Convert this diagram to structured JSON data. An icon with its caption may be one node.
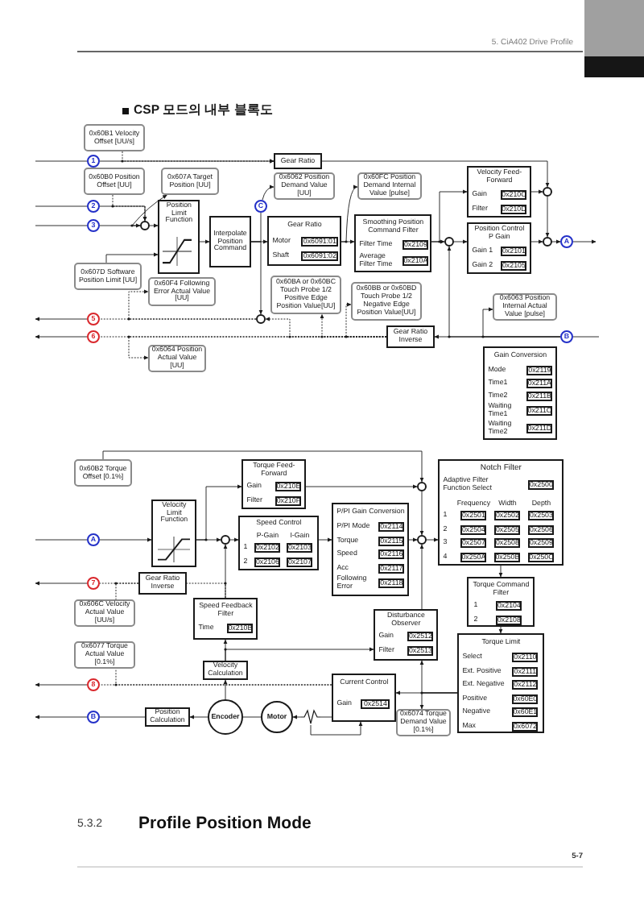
{
  "diagram": {
    "title": "CSP 모드의 내부 블록도",
    "nodes": [
      {
        "text": [
          "0x60B1 Velocity Offset [UU/s]"
        ]
      },
      {
        "text": [
          "1"
        ]
      },
      {
        "text": [
          "Gear Ratio"
        ]
      },
      {
        "text": [
          "0x60B0 Position Offset [UU]"
        ]
      },
      {
        "text": [
          "0x607A Target Position [UU]"
        ]
      },
      {
        "text": [
          "2"
        ]
      },
      {
        "text": [
          "3"
        ]
      },
      {
        "text": [],
        "shape": "circle"
      },
      {
        "text": [
          "Position Limit Function"
        ]
      },
      {
        "text": [
          "Interpolate Position Command"
        ]
      },
      {
        "text": [
          "C"
        ]
      },
      {
        "text": [
          "0x6062 Position Demand Value [UU]"
        ]
      },
      {
        "text": [
          "Gear Ratio",
          "Motor",
          "Shaft"
        ]
      },
      {
        "text": [
          "0x6091:01"
        ],
        "in": 12
      },
      {
        "text": [
          "0x6091:02"
        ],
        "in": 12
      },
      {
        "text": [
          "0x60FC Position Demand Internal Value [pulse]"
        ]
      },
      {
        "text": [
          "Smoothing Position Command Filter",
          "Filter Time",
          "Average Filter Time"
        ]
      },
      {
        "text": [
          "0x2109"
        ],
        "in": 16
      },
      {
        "text": [
          "0x210A"
        ],
        "in": 16
      },
      {
        "text": [],
        "shape": "circle"
      },
      {
        "text": [
          "Velocity Feed-Forward",
          "Gain",
          "Filter"
        ]
      },
      {
        "text": [
          "0x210C"
        ],
        "in": 20
      },
      {
        "text": [
          "0x210D"
        ],
        "in": 20
      },
      {
        "text": [
          "Position Control P Gain",
          "Gain 1",
          "Gain 2"
        ]
      },
      {
        "text": [
          "0x2101"
        ],
        "in": 23
      },
      {
        "text": [
          "0x2105"
        ],
        "in": 23
      },
      {
        "text": [],
        "shape": "circle"
      },
      {
        "text": [],
        "shape": "circle"
      },
      {
        "text": [
          "A"
        ]
      },
      {
        "text": [
          "0x607D Software Position Limit [UU]"
        ]
      },
      {
        "text": [],
        "shape": "circle"
      },
      {
        "text": [
          "0x60F4 Following Error Actual Value [UU]"
        ]
      },
      {
        "text": [
          "5"
        ]
      },
      {
        "text": [
          "6"
        ]
      },
      {
        "text": [
          "0x6064 Position Actual Value [UU]"
        ]
      },
      {
        "text": [
          "0x60BA or 0x60BC Touch Probe 1/2 Positive Edge Position Value[UU]"
        ]
      },
      {
        "text": [
          "0x60BB or 0x60BD Touch Probe 1/2 Negative Edge Position Value[UU]"
        ]
      },
      {
        "text": [
          "Gear Ratio Inverse"
        ]
      },
      {
        "text": [
          "0x6063 Position Internal Actual Value [pulse]"
        ]
      },
      {
        "text": [
          "B"
        ]
      },
      {
        "text": [
          "Gain Conversion",
          "Mode",
          "Time1",
          "Time2",
          "Waiting Time1",
          "Waiting Time2"
        ]
      },
      {
        "text": [
          "0x2119"
        ],
        "in": 40
      },
      {
        "text": [
          "0x211A"
        ],
        "in": 40
      },
      {
        "text": [
          "0x211B"
        ],
        "in": 40
      },
      {
        "text": [
          "0x211C"
        ],
        "in": 40
      },
      {
        "text": [
          "0x211D"
        ],
        "in": 40
      },
      {
        "text": [
          "0x60B2 Torque Offset [0.1%]"
        ]
      },
      {
        "text": [
          "Torque Feed-Forward",
          "Gain",
          "Filter"
        ]
      },
      {
        "text": [
          "0x210E"
        ],
        "in": 47
      },
      {
        "text": [
          "0x210F"
        ],
        "in": 47
      },
      {
        "text": [
          "A"
        ]
      },
      {
        "text": [
          "Velocity Limit Function"
        ]
      },
      {
        "text": [],
        "shape": "circle"
      },
      {
        "text": [
          "Speed Control",
          "P-Gain",
          "I-Gain",
          "1",
          "2"
        ]
      },
      {
        "text": [
          "0x2102"
        ],
        "in": 53
      },
      {
        "text": [
          "0x2103"
        ],
        "in": 53
      },
      {
        "text": [
          "0x2106"
        ],
        "in": 53
      },
      {
        "text": [
          "0x2107"
        ],
        "in": 53
      },
      {
        "text": [],
        "shape": "circle"
      },
      {
        "text": [
          "P/PI Gain Conversion",
          "P/PI Mode",
          "Torque",
          "Speed",
          "Acc",
          "Following Error"
        ]
      },
      {
        "text": [
          "0x2114"
        ],
        "in": 59
      },
      {
        "text": [
          "0x2115"
        ],
        "in": 59
      },
      {
        "text": [
          "0x2116"
        ],
        "in": 59
      },
      {
        "text": [
          "0x2117"
        ],
        "in": 59
      },
      {
        "text": [
          "0x2118"
        ],
        "in": 59
      },
      {
        "text": [],
        "shape": "circle"
      },
      {
        "text": [
          "Notch Filter",
          "Adaptive Filter Function Select",
          "Frequency",
          "Width",
          "Depth",
          "1",
          "2",
          "3",
          "4"
        ]
      },
      {
        "text": [
          "0x2500"
        ],
        "in": 66
      },
      {
        "text": [
          "0x2501"
        ],
        "in": 66
      },
      {
        "text": [
          "0x2502"
        ],
        "in": 66
      },
      {
        "text": [
          "0x2503"
        ],
        "in": 66
      },
      {
        "text": [
          "0x2504"
        ],
        "in": 66
      },
      {
        "text": [
          "0x2505"
        ],
        "in": 66
      },
      {
        "text": [
          "0x2506"
        ],
        "in": 66
      },
      {
        "text": [
          "0x2507"
        ],
        "in": 66
      },
      {
        "text": [
          "0x2508"
        ],
        "in": 66
      },
      {
        "text": [
          "0x2509"
        ],
        "in": 66
      },
      {
        "text": [
          "0x250A"
        ],
        "in": 66
      },
      {
        "text": [
          "0x250B"
        ],
        "in": 66
      },
      {
        "text": [
          "0x250C"
        ],
        "in": 66
      },
      {
        "text": [
          "Torque Command Filter",
          "1",
          "2"
        ]
      },
      {
        "text": [
          "0x2104"
        ],
        "in": 80
      },
      {
        "text": [
          "0x2108"
        ],
        "in": 80
      },
      {
        "text": [
          "7"
        ]
      },
      {
        "text": [
          "Gear Ratio Inverse"
        ]
      },
      {
        "text": [
          "0x606C Velocity Actual Value [UU/s]"
        ]
      },
      {
        "text": [
          "Speed Feedback Filter",
          "Time"
        ]
      },
      {
        "text": [
          "0x210B"
        ],
        "in": 86
      },
      {
        "text": [
          "0x6077 Torque Actual Value [0.1%]"
        ]
      },
      {
        "text": [
          "Velocity Calculation"
        ]
      },
      {
        "text": [
          "Disturbance Observer",
          "Gain",
          "Filter"
        ]
      },
      {
        "text": [
          "0x2512"
        ],
        "in": 90
      },
      {
        "text": [
          "0x2513"
        ],
        "in": 90
      },
      {
        "text": [
          "Torque Limit",
          "Select",
          "Ext. Positive",
          "Ext. Negative",
          "Positive",
          "Negative",
          "Max"
        ]
      },
      {
        "text": [
          "0x2110"
        ],
        "in": 93
      },
      {
        "text": [
          "0x2111"
        ],
        "in": 93
      },
      {
        "text": [
          "0x2112"
        ],
        "in": 93
      },
      {
        "text": [
          "0x60E0"
        ],
        "in": 93
      },
      {
        "text": [
          "0x60E1"
        ],
        "in": 93
      },
      {
        "text": [
          "0x6072"
        ],
        "in": 93
      },
      {
        "text": [
          "8"
        ]
      },
      {
        "text": [
          "Current Control",
          "Gain"
        ]
      },
      {
        "text": [
          "0x2514"
        ],
        "in": 101
      },
      {
        "text": [
          "B"
        ]
      },
      {
        "text": [
          "Position Calculation"
        ]
      },
      {
        "text": [
          "Encoder"
        ]
      },
      {
        "text": [
          "Motor"
        ]
      },
      {
        "text": [],
        "shape": "zigzag"
      },
      {
        "text": [
          "0x6074 Torque Demand Value [0.1%]"
        ]
      }
    ],
    "edges": [
      {
        "from": null,
        "to": 1,
        "arrow": "none"
      },
      {
        "from": 1,
        "to": 2,
        "arrow": "to"
      },
      {
        "from": 0,
        "to": 2,
        "arrow": "to",
        "style": "dashed"
      },
      {
        "from": 2,
        "to": 26,
        "arrow": "to"
      },
      {
        "from": null,
        "to": 5,
        "arrow": "none"
      },
      {
        "from": 5,
        "to": 7,
        "arrow": "to"
      },
      {
        "from": 3,
        "to": 7,
        "arrow": "to",
        "style": "dashed"
      },
      {
        "from": null,
        "to": 6,
        "arrow": "none"
      },
      {
        "from": 6,
        "to": 7,
        "arrow": "to"
      },
      {
        "from": 7,
        "to": 4,
        "arrow": "to"
      },
      {
        "from": 7,
        "to": 8,
        "arrow": "to"
      },
      {
        "from": 29,
        "to": 8,
        "arrow": "to"
      },
      {
        "from": 8,
        "to": 9,
        "arrow": "to"
      },
      {
        "from": 9,
        "to": 12,
        "arrow": "to"
      },
      {
        "from": 9,
        "to": 10,
        "arrow": "none"
      },
      {
        "from": 9,
        "to": 30,
        "arrow": "to"
      },
      {
        "from": 10,
        "to": 11,
        "arrow": "to"
      },
      {
        "from": 12,
        "to": 16,
        "arrow": "to"
      },
      {
        "from": 12,
        "to": 15,
        "arrow": "to"
      },
      {
        "from": 16,
        "to": 19,
        "arrow": "to"
      },
      {
        "from": 16,
        "to": 20,
        "arrow": "to"
      },
      {
        "from": 19,
        "to": 23,
        "arrow": "to"
      },
      {
        "from": 20,
        "to": 26,
        "arrow": "to"
      },
      {
        "from": 23,
        "to": 27,
        "arrow": "to"
      },
      {
        "from": 26,
        "to": 27,
        "arrow": "to"
      },
      {
        "from": 27,
        "to": 28,
        "arrow": "to"
      },
      {
        "from": 28,
        "to": null,
        "arrow": "to"
      },
      {
        "from": 30,
        "to": 32,
        "arrow": "none",
        "style": "dashed"
      },
      {
        "from": 32,
        "to": null,
        "arrow": "to"
      },
      {
        "from": 30,
        "to": 31,
        "arrow": "to",
        "style": "dashed"
      },
      {
        "from": null,
        "to": 39,
        "arrow": "none"
      },
      {
        "from": 39,
        "to": 37,
        "arrow": "to"
      },
      {
        "from": 39,
        "to": 19,
        "arrow": "to"
      },
      {
        "from": 39,
        "to": 38,
        "arrow": "to"
      },
      {
        "from": 37,
        "to": 33,
        "arrow": "none",
        "style": "dashed"
      },
      {
        "from": 33,
        "to": null,
        "arrow": "to"
      },
      {
        "from": 37,
        "to": 30,
        "arrow": "to",
        "style": "dashed"
      },
      {
        "from": 37,
        "to": 35,
        "arrow": "to",
        "style": "dashed"
      },
      {
        "from": 37,
        "to": 36,
        "arrow": "to",
        "style": "dashed"
      },
      {
        "from": 37,
        "to": 34,
        "arrow": "to",
        "style": "dashed"
      },
      {
        "from": 46,
        "to": 58,
        "arrow": "to"
      },
      {
        "from": null,
        "to": 50,
        "arrow": "none"
      },
      {
        "from": 50,
        "to": 51,
        "arrow": "to"
      },
      {
        "from": 51,
        "to": 52,
        "arrow": "to"
      },
      {
        "from": 51,
        "to": 47,
        "arrow": "to"
      },
      {
        "from": 47,
        "to": 58,
        "arrow": "to"
      },
      {
        "from": 58,
        "to": 65,
        "arrow": "to"
      },
      {
        "from": 52,
        "to": 53,
        "arrow": "to"
      },
      {
        "from": 53,
        "to": 59,
        "arrow": "to"
      },
      {
        "from": 59,
        "to": 65,
        "arrow": "to"
      },
      {
        "from": 65,
        "to": 66,
        "arrow": "to"
      },
      {
        "from": 66,
        "to": 80,
        "arrow": "to"
      },
      {
        "from": 80,
        "to": 93,
        "arrow": "to"
      },
      {
        "from": 93,
        "to": 101,
        "arrow": "to"
      },
      {
        "from": 93,
        "to": 90,
        "arrow": "to"
      },
      {
        "from": 93,
        "to": 108,
        "arrow": "to"
      },
      {
        "from": 90,
        "to": 65,
        "arrow": "to"
      },
      {
        "from": 86,
        "to": 52,
        "arrow": "to"
      },
      {
        "from": 86,
        "to": 84,
        "arrow": "none",
        "style": "dashed"
      },
      {
        "from": 84,
        "to": 83,
        "arrow": "none",
        "style": "dashed"
      },
      {
        "from": 83,
        "to": null,
        "arrow": "to"
      },
      {
        "from": 84,
        "to": 85,
        "arrow": "none",
        "style": "dashed"
      },
      {
        "from": 89,
        "to": 86,
        "arrow": "to"
      },
      {
        "from": 89,
        "to": 90,
        "arrow": "to"
      },
      {
        "from": 105,
        "to": 89,
        "arrow": "to"
      },
      {
        "from": 105,
        "to": 104,
        "arrow": "to"
      },
      {
        "from": 104,
        "to": 103,
        "arrow": "none"
      },
      {
        "from": 103,
        "to": null,
        "arrow": "to"
      },
      {
        "from": 106,
        "to": 105,
        "arrow": "none"
      },
      {
        "from": 107,
        "to": 106,
        "arrow": "to"
      },
      {
        "from": 101,
        "to": 107,
        "arrow": "none"
      },
      {
        "from": 107,
        "to": 101,
        "arrow": "to"
      },
      {
        "from": 101,
        "to": 100,
        "arrow": "none",
        "style": "dashed"
      },
      {
        "from": 100,
        "to": null,
        "arrow": "to"
      },
      {
        "from": 101,
        "to": 88,
        "arrow": "none",
        "style": "dashed"
      }
    ],
    "labels": [
      "5. CiA402 Drive Profile",
      "5.3.2",
      "Profile Position Mode",
      "5-7"
    ]
  }
}
